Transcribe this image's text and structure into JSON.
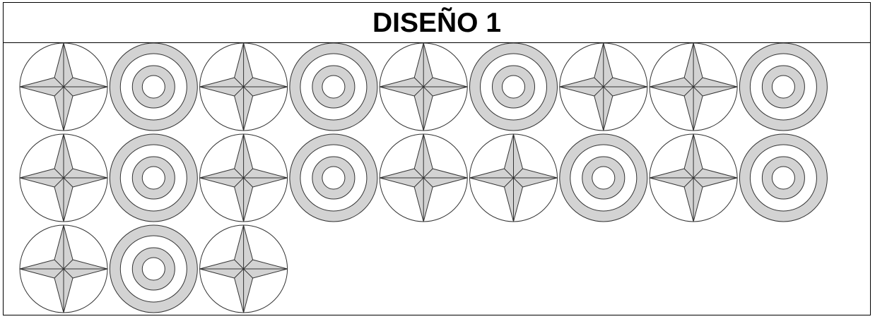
{
  "title": "DISEÑO 1",
  "colors": {
    "fill": "#d3d3d3",
    "stroke": "#333333",
    "background": "#ffffff"
  },
  "rows": [
    [
      "star",
      "target",
      "star",
      "target",
      "star",
      "target",
      "star",
      "star",
      "target"
    ],
    [
      "star",
      "target",
      "star",
      "target",
      "star",
      "star",
      "target",
      "star",
      "target"
    ],
    [
      "star",
      "target",
      "star"
    ]
  ]
}
